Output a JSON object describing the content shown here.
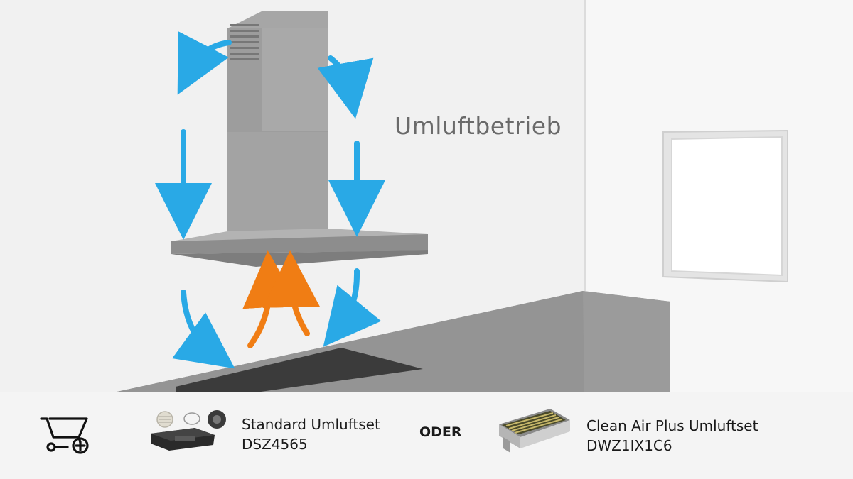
{
  "scene": {
    "title": "Umluftbetrieb",
    "airflow_colors": {
      "recirculated": "#29a9e6",
      "rising": "#f07d14"
    }
  },
  "cart": {
    "icon": "shopping-cart-add-icon"
  },
  "products": [
    {
      "name": "Standard Umluftset",
      "code": "DSZ4565",
      "icon": "charcoal-filter-set-icon"
    },
    {
      "name": "Clean Air Plus Umluftset",
      "code": "DWZ1IX1C6",
      "icon": "clean-air-plus-module-icon"
    }
  ],
  "separator": "ODER"
}
